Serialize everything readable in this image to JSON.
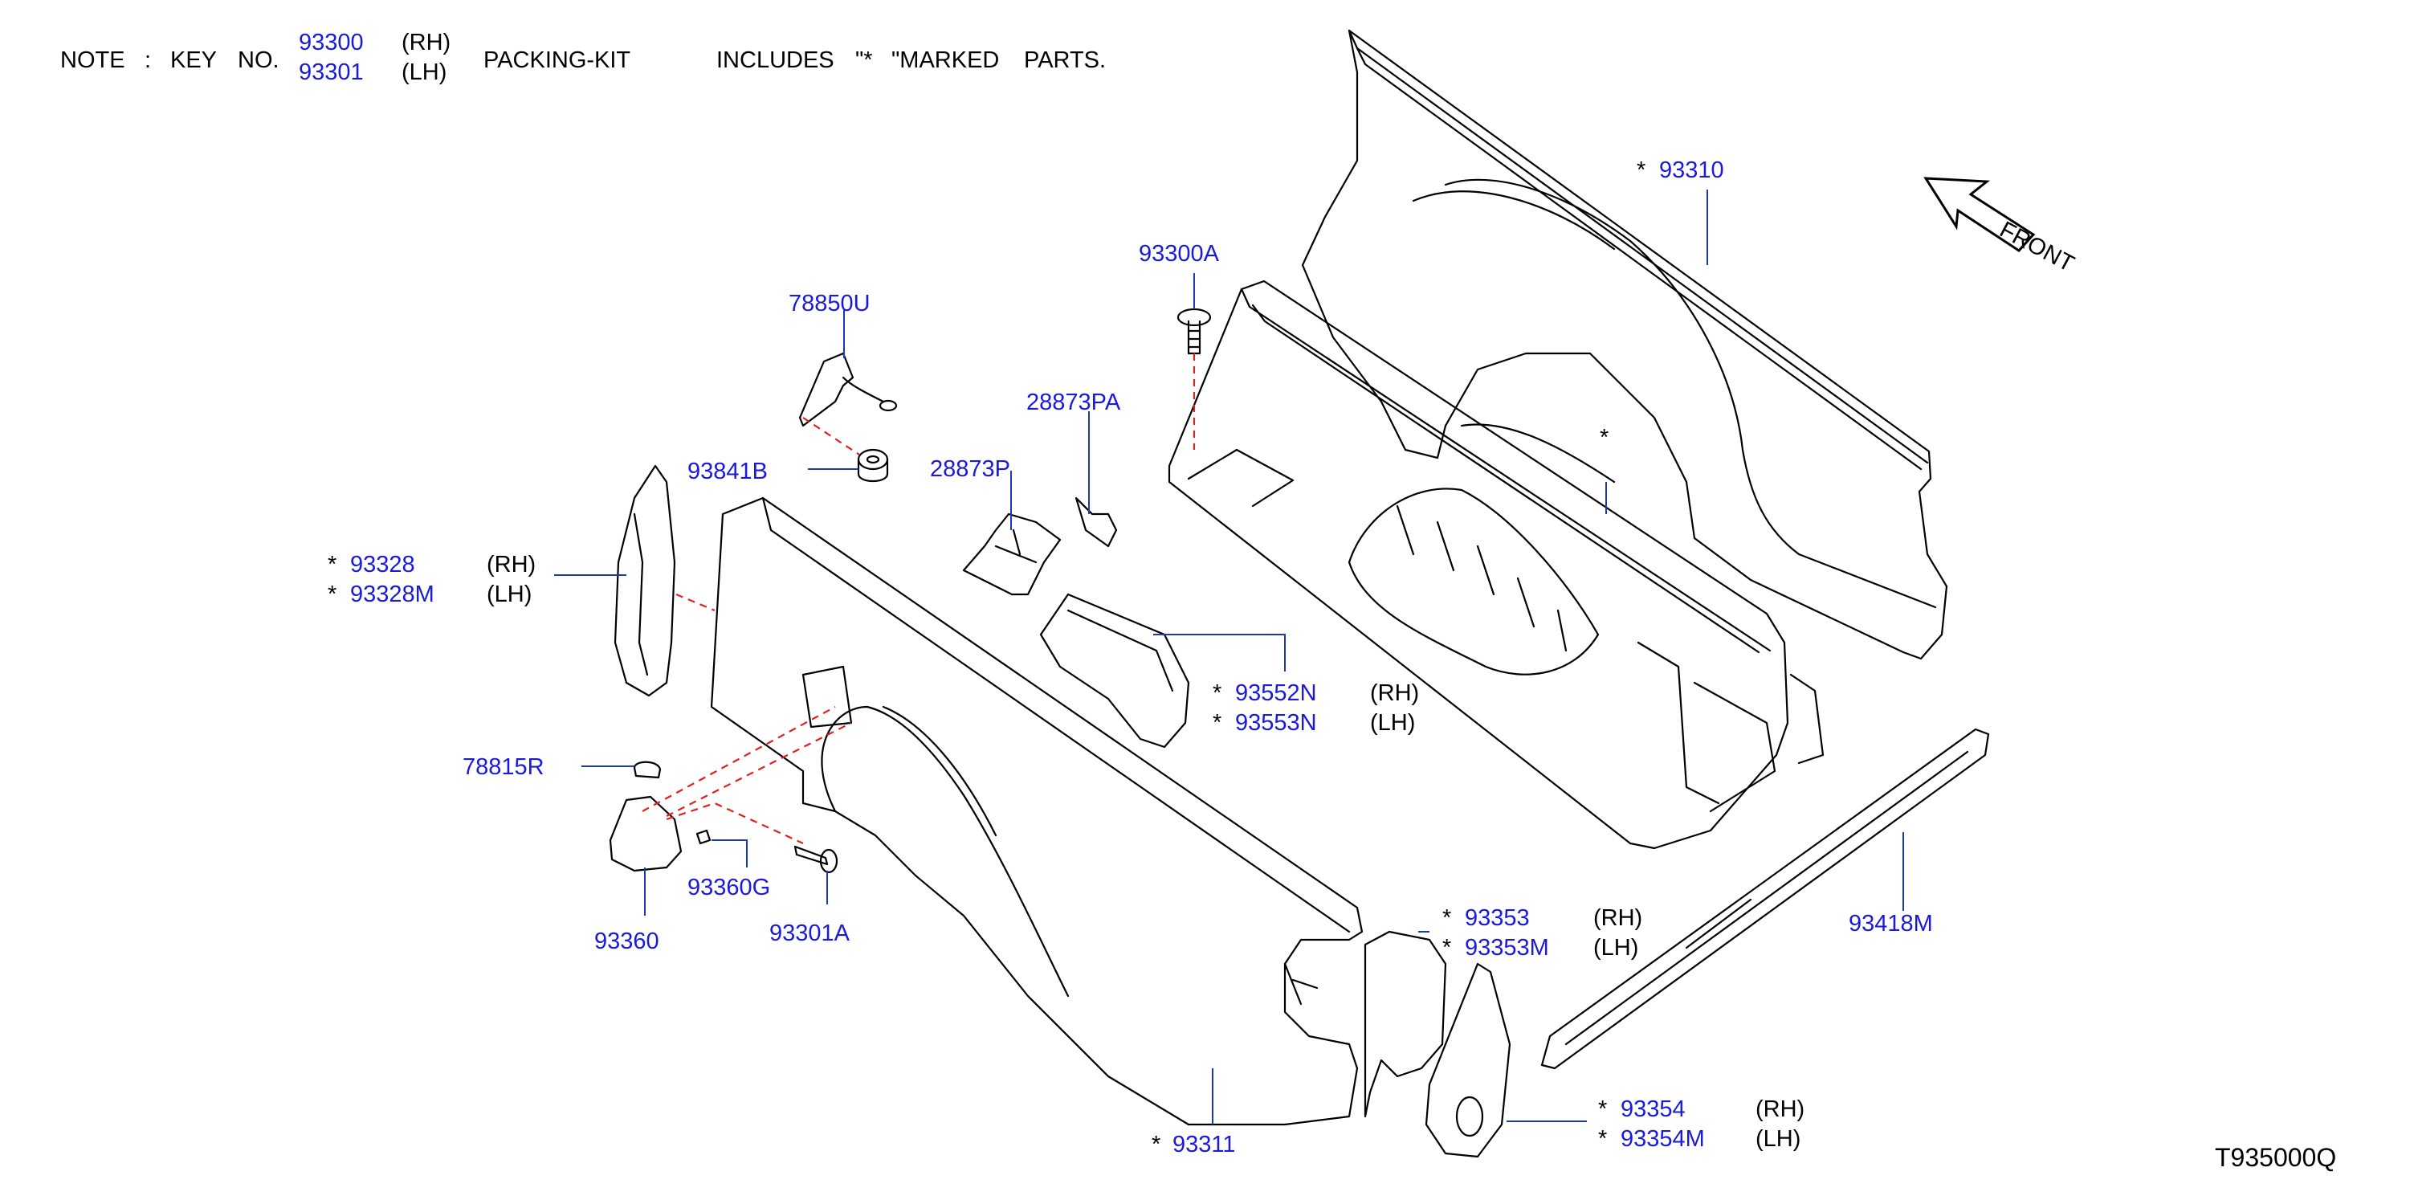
{
  "note": {
    "prefix": "NOTE",
    "colon": ":",
    "key": "KEY",
    "no": "NO.",
    "codes": [
      {
        "part": "93300",
        "side": "(RH)"
      },
      {
        "part": "93301",
        "side": "(LH)"
      }
    ],
    "packing_kit": "PACKING-KIT",
    "includes": "INCLUDES",
    "quote_star": "\"*",
    "marked": "\"MARKED",
    "parts": "PARTS."
  },
  "front_label": "FRONT",
  "asterisk": "*",
  "diagram_id": "T935000Q",
  "colors": {
    "part_number": "#1a1ad8",
    "text": "#000000",
    "line": "#000000",
    "dashed_link": "#e02020"
  },
  "callouts": {
    "c93310": {
      "part": "93310",
      "star": "*",
      "side": ""
    },
    "c93300A": {
      "part": "93300A",
      "star": "",
      "side": ""
    },
    "c78850U": {
      "part": "78850U",
      "star": "",
      "side": ""
    },
    "c28873PA": {
      "part": "28873PA",
      "star": "",
      "side": ""
    },
    "c28873P": {
      "part": "28873P",
      "star": "",
      "side": ""
    },
    "c93841B": {
      "part": "93841B",
      "star": "",
      "side": ""
    },
    "c93328": {
      "part": "93328",
      "star": "*",
      "side": "(RH)"
    },
    "c93328M": {
      "part": "93328M",
      "star": "*",
      "side": "(LH)"
    },
    "c93552N": {
      "part": "93552N",
      "star": "*",
      "side": "(RH)"
    },
    "c93553N": {
      "part": "93553N",
      "star": "*",
      "side": "(LH)"
    },
    "c78815R": {
      "part": "78815R",
      "star": "",
      "side": ""
    },
    "c93360G": {
      "part": "93360G",
      "star": "",
      "side": ""
    },
    "c93360": {
      "part": "93360",
      "star": "",
      "side": ""
    },
    "c93301A": {
      "part": "93301A",
      "star": "",
      "side": ""
    },
    "c93353": {
      "part": "93353",
      "star": "*",
      "side": "(RH)"
    },
    "c93353M": {
      "part": "93353M",
      "star": "*",
      "side": "(LH)"
    },
    "c93418M": {
      "part": "93418M",
      "star": "",
      "side": ""
    },
    "c93354": {
      "part": "93354",
      "star": "*",
      "side": "(RH)"
    },
    "c93354M": {
      "part": "93354M",
      "star": "*",
      "side": "(LH)"
    },
    "c93311": {
      "part": "93311",
      "star": "*",
      "side": ""
    }
  }
}
